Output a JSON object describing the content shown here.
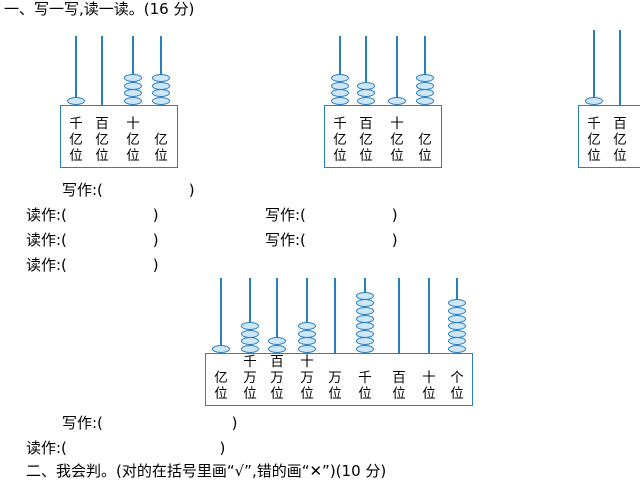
{
  "section1_heading": "一、写一写,读一读。(16 分)",
  "section2_heading": "二、我会判。(对的在括号里画“√”,错的画“✕”)(10 分)",
  "answer_lines": [
    {
      "text": "写作:(                  )"
    },
    {
      "text": "读作:(                  )"
    },
    {
      "text": "写作:(                  )"
    },
    {
      "text": "读作:(                  )"
    },
    {
      "text": "写作:(                  )"
    },
    {
      "text": "读作:(                  )"
    },
    {
      "text": "写作:(                           )"
    },
    {
      "text": "读作:(                                )"
    }
  ],
  "abaci": [
    {
      "name": "abacus-1",
      "columns": [
        {
          "label": "千亿位",
          "beads": 1
        },
        {
          "label": "百亿位",
          "beads": 0
        },
        {
          "label": "十亿位",
          "beads": 4
        },
        {
          "label": "亿位",
          "beads": 4
        }
      ]
    },
    {
      "name": "abacus-2",
      "columns": [
        {
          "label": "千亿位",
          "beads": 4
        },
        {
          "label": "百亿位",
          "beads": 3
        },
        {
          "label": "十亿位",
          "beads": 1
        },
        {
          "label": "亿位",
          "beads": 4
        }
      ]
    },
    {
      "name": "abacus-3",
      "columns": [
        {
          "label": "千亿位",
          "beads": 1
        },
        {
          "label": "百亿位",
          "beads": 0
        }
      ]
    },
    {
      "name": "abacus-4",
      "columns": [
        {
          "label": "亿位",
          "beads": 1
        },
        {
          "label": "千万位",
          "beads": 4
        },
        {
          "label": "百万位",
          "beads": 2
        },
        {
          "label": "十万位",
          "beads": 4
        },
        {
          "label": "万位",
          "beads": 0
        },
        {
          "label": "千位",
          "beads": 8
        },
        {
          "label": "百位",
          "beads": 0
        },
        {
          "label": "十位",
          "beads": 0
        },
        {
          "label": "个位",
          "beads": 7
        }
      ]
    }
  ]
}
